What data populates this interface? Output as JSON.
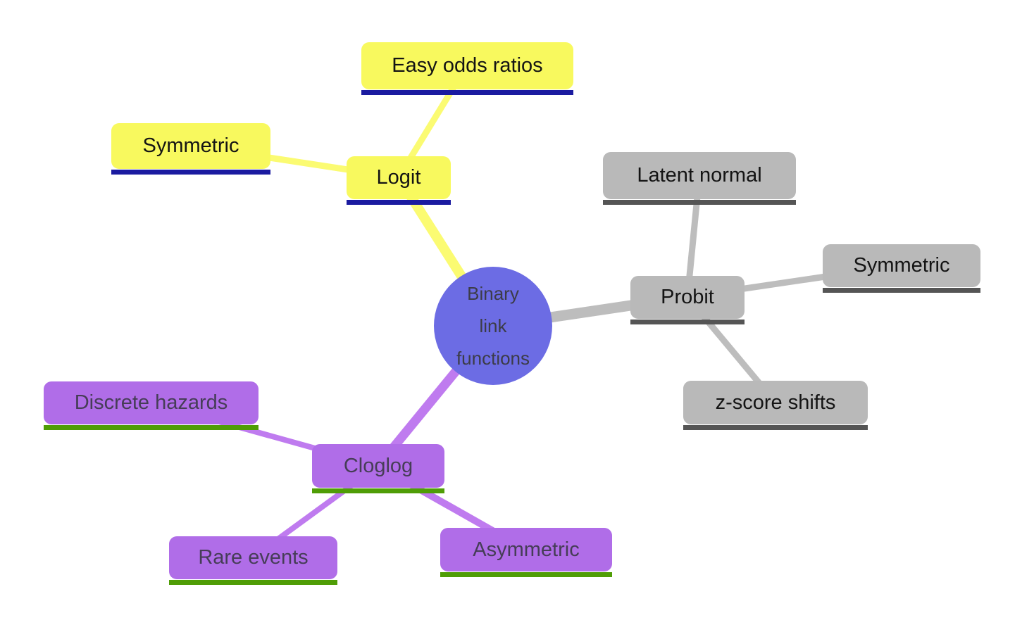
{
  "colors": {
    "background": "#ffffff",
    "center_fill": "#6C6CE4",
    "center_text": "#3C3C48",
    "yellow_fill": "#F8F95E",
    "yellow_edge": "#FBFB72",
    "yellow_underline": "#1B1BA0",
    "gray_fill": "#B9B9B9",
    "gray_edge": "#BDBDBD",
    "gray_underline": "#555555",
    "purple_fill": "#B06DE8",
    "purple_edge": "#BF7BEF",
    "purple_underline": "#4F9D06",
    "purple_text": "#463D57",
    "node_text": "#141414"
  },
  "center": {
    "lines": [
      "Binary",
      "link",
      "functions"
    ]
  },
  "branches": [
    {
      "label": "Logit",
      "children": [
        {
          "label": "Easy odds ratios"
        },
        {
          "label": "Symmetric"
        }
      ]
    },
    {
      "label": "Probit",
      "children": [
        {
          "label": "Latent normal"
        },
        {
          "label": "Symmetric"
        },
        {
          "label": "z-score shifts"
        }
      ]
    },
    {
      "label": "Cloglog",
      "children": [
        {
          "label": "Discrete hazards"
        },
        {
          "label": "Rare events"
        },
        {
          "label": "Asymmetric"
        }
      ]
    }
  ]
}
